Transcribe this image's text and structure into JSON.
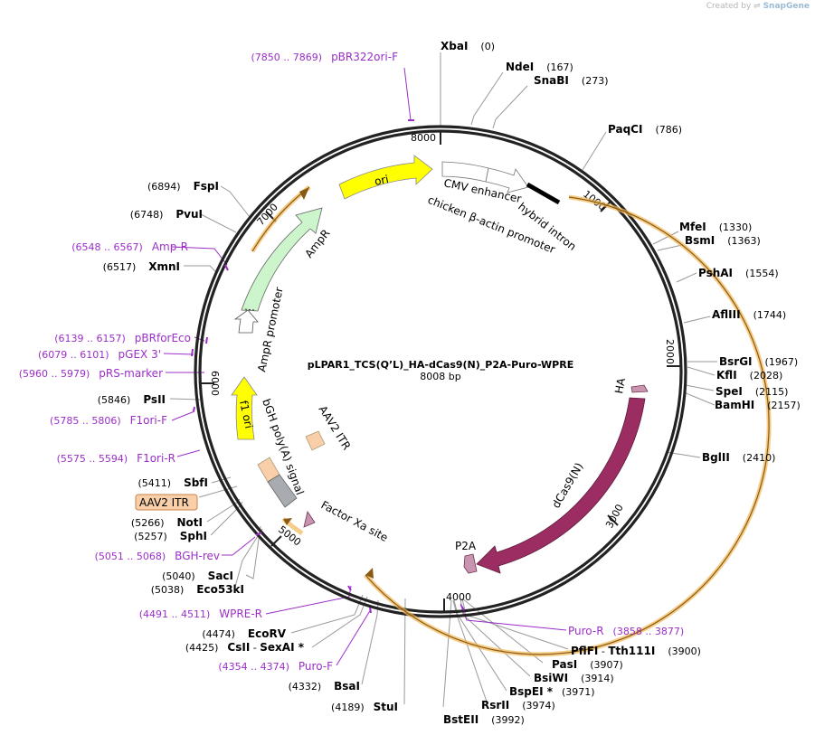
{
  "credit": {
    "prefix": "Created by",
    "brand": "SnapGene"
  },
  "plasmid": {
    "name": "pLPAR1_TCS(Q’L)_HA-dCas9(N)_P2A-Puro-WPRE",
    "size_label": "8008 bp",
    "length": 8008
  },
  "ticks": [
    "1000",
    "2000",
    "3000",
    "4000",
    "5000",
    "6000",
    "7000",
    "8000"
  ],
  "sites": [
    {
      "name": "XbaI",
      "pos": "(0)"
    },
    {
      "name": "NdeI",
      "pos": "(167)"
    },
    {
      "name": "SnaBI",
      "pos": "(273)"
    },
    {
      "name": "PaqCI",
      "pos": "(786)"
    },
    {
      "name": "MfeI",
      "pos": "(1330)"
    },
    {
      "name": "BsmI",
      "pos": "(1363)"
    },
    {
      "name": "PshAI",
      "pos": "(1554)"
    },
    {
      "name": "AflIII",
      "pos": "(1744)"
    },
    {
      "name": "BsrGI",
      "pos": "(1967)"
    },
    {
      "name": "KflI",
      "pos": "(2028)"
    },
    {
      "name": "SpeI",
      "pos": "(2115)"
    },
    {
      "name": "BamHI",
      "pos": "(2157)"
    },
    {
      "name": "BglII",
      "pos": "(2410)"
    },
    {
      "name": "PflFI",
      "pos": "",
      "sep": " - ",
      "name2": "Tth111I",
      "pos2": "(3900)"
    },
    {
      "name": "PasI",
      "pos": "(3907)"
    },
    {
      "name": "BsiWI",
      "pos": "(3914)"
    },
    {
      "name": "BspEI *",
      "pos": "(3971)"
    },
    {
      "name": "RsrII",
      "pos": "(3974)"
    },
    {
      "name": "BstEII",
      "pos": "(3992)"
    },
    {
      "name": "StuI",
      "pos": "(4189)"
    },
    {
      "name": "BsaI",
      "pos": "(4332)"
    },
    {
      "name": "CsII",
      "pos": "(4425)",
      "sep": " - ",
      "name2": "SexAI *"
    },
    {
      "name": "EcoRV",
      "pos": "(4474)"
    },
    {
      "name": "Eco53kI",
      "pos": "(5038)"
    },
    {
      "name": "SacI",
      "pos": "(5040)"
    },
    {
      "name": "SphI",
      "pos": "(5257)"
    },
    {
      "name": "NotI",
      "pos": "(5266)"
    },
    {
      "name": "SbfI",
      "pos": "(5411)"
    },
    {
      "name": "PsII",
      "pos": "(5846)"
    },
    {
      "name": "XmnI",
      "pos": "(6517)"
    },
    {
      "name": "PvuI",
      "pos": "(6748)"
    },
    {
      "name": "FspI",
      "pos": "(6894)"
    }
  ],
  "primers": [
    {
      "name": "pBR322ori-F",
      "range": "(7850 .. 7869)"
    },
    {
      "name": "Amp-R",
      "range": "(6548 .. 6567)"
    },
    {
      "name": "pBRforEco",
      "range": "(6139 .. 6157)"
    },
    {
      "name": "pGEX 3'",
      "range": "(6079 .. 6101)"
    },
    {
      "name": "pRS-marker",
      "range": "(5960 .. 5979)"
    },
    {
      "name": "F1ori-F",
      "range": "(5785 .. 5806)"
    },
    {
      "name": "F1ori-R",
      "range": "(5575 .. 5594)"
    },
    {
      "name": "BGH-rev",
      "range": "(5051 .. 5068)"
    },
    {
      "name": "WPRE-R",
      "range": "(4491 .. 4511)"
    },
    {
      "name": "Puro-F",
      "range": "(4354 .. 4374)"
    },
    {
      "name": "Puro-R",
      "range": "(3858 .. 3877)"
    }
  ],
  "features": {
    "ori": "ori",
    "cmv": "CMV enhancer",
    "cba": "chicken β-actin promoter",
    "hybrid": "hybrid intron",
    "ampr": "AmpR",
    "ampr_promoter": "AmpR promoter",
    "f1": "f1 ori",
    "bgh": "bGH poly(A) signal",
    "aav_inner": "AAV2 ITR",
    "aav_outer": "AAV2 ITR",
    "factor_xa": "Factor Xa site",
    "ha": "HA",
    "dcas9": "dCas9(N)",
    "p2a": "P2A"
  },
  "colors": {
    "backbone": "#222222",
    "primer": "#9b2fc8",
    "ori": "#ffff00",
    "f1": "#ffff00",
    "ampr": "#ccf5cc",
    "cds": "#9b2d62",
    "p2a": "#c994b0",
    "aav": "#f8cfa8",
    "polyA": "#a8acb0",
    "orange_arc": "#f2b855"
  }
}
